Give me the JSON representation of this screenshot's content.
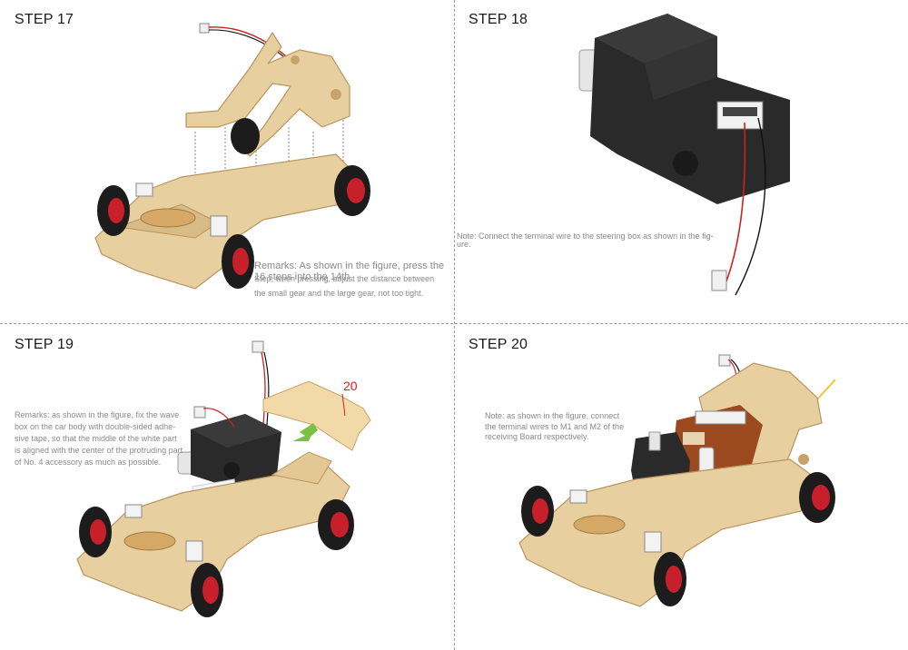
{
  "steps": [
    {
      "title": "STEP 17",
      "note": "Remarks: As shown in the figure, press the 16 steps into the 14th",
      "note_lines": [
        "Step, when pressing, adjust the distance between",
        "the small gear and the large gear, not too tight."
      ]
    },
    {
      "title": "STEP 18",
      "note_lines": [
        "Note: Connect the terminal wire to the steering box as shown in the fig-",
        "ure."
      ]
    },
    {
      "title": "STEP 19",
      "part_label": "20",
      "note_lines": [
        "Remarks: as shown in the figure, fix the wave",
        "box on the car body with double-sided adhe-",
        "sive tape, so that the middle of the white part",
        "is aligned with the center of the protruding part",
        "of No. 4 accessory as much as possible."
      ]
    },
    {
      "title": "STEP 20",
      "note_lines": [
        "Note: as shown in the figure, connect",
        "the terminal wires to M1 and M2 of the",
        "receiving Board respectively."
      ]
    }
  ],
  "colors": {
    "wood": "#e8cfa0",
    "wood_edge": "#b8955e",
    "servo": "#2a2a2a",
    "tire": "#1c1c1c",
    "rim": "#c8202a",
    "board": "#9a4a1e",
    "label_red": "#d21f1f",
    "note_gray": "#8a8a8a"
  }
}
